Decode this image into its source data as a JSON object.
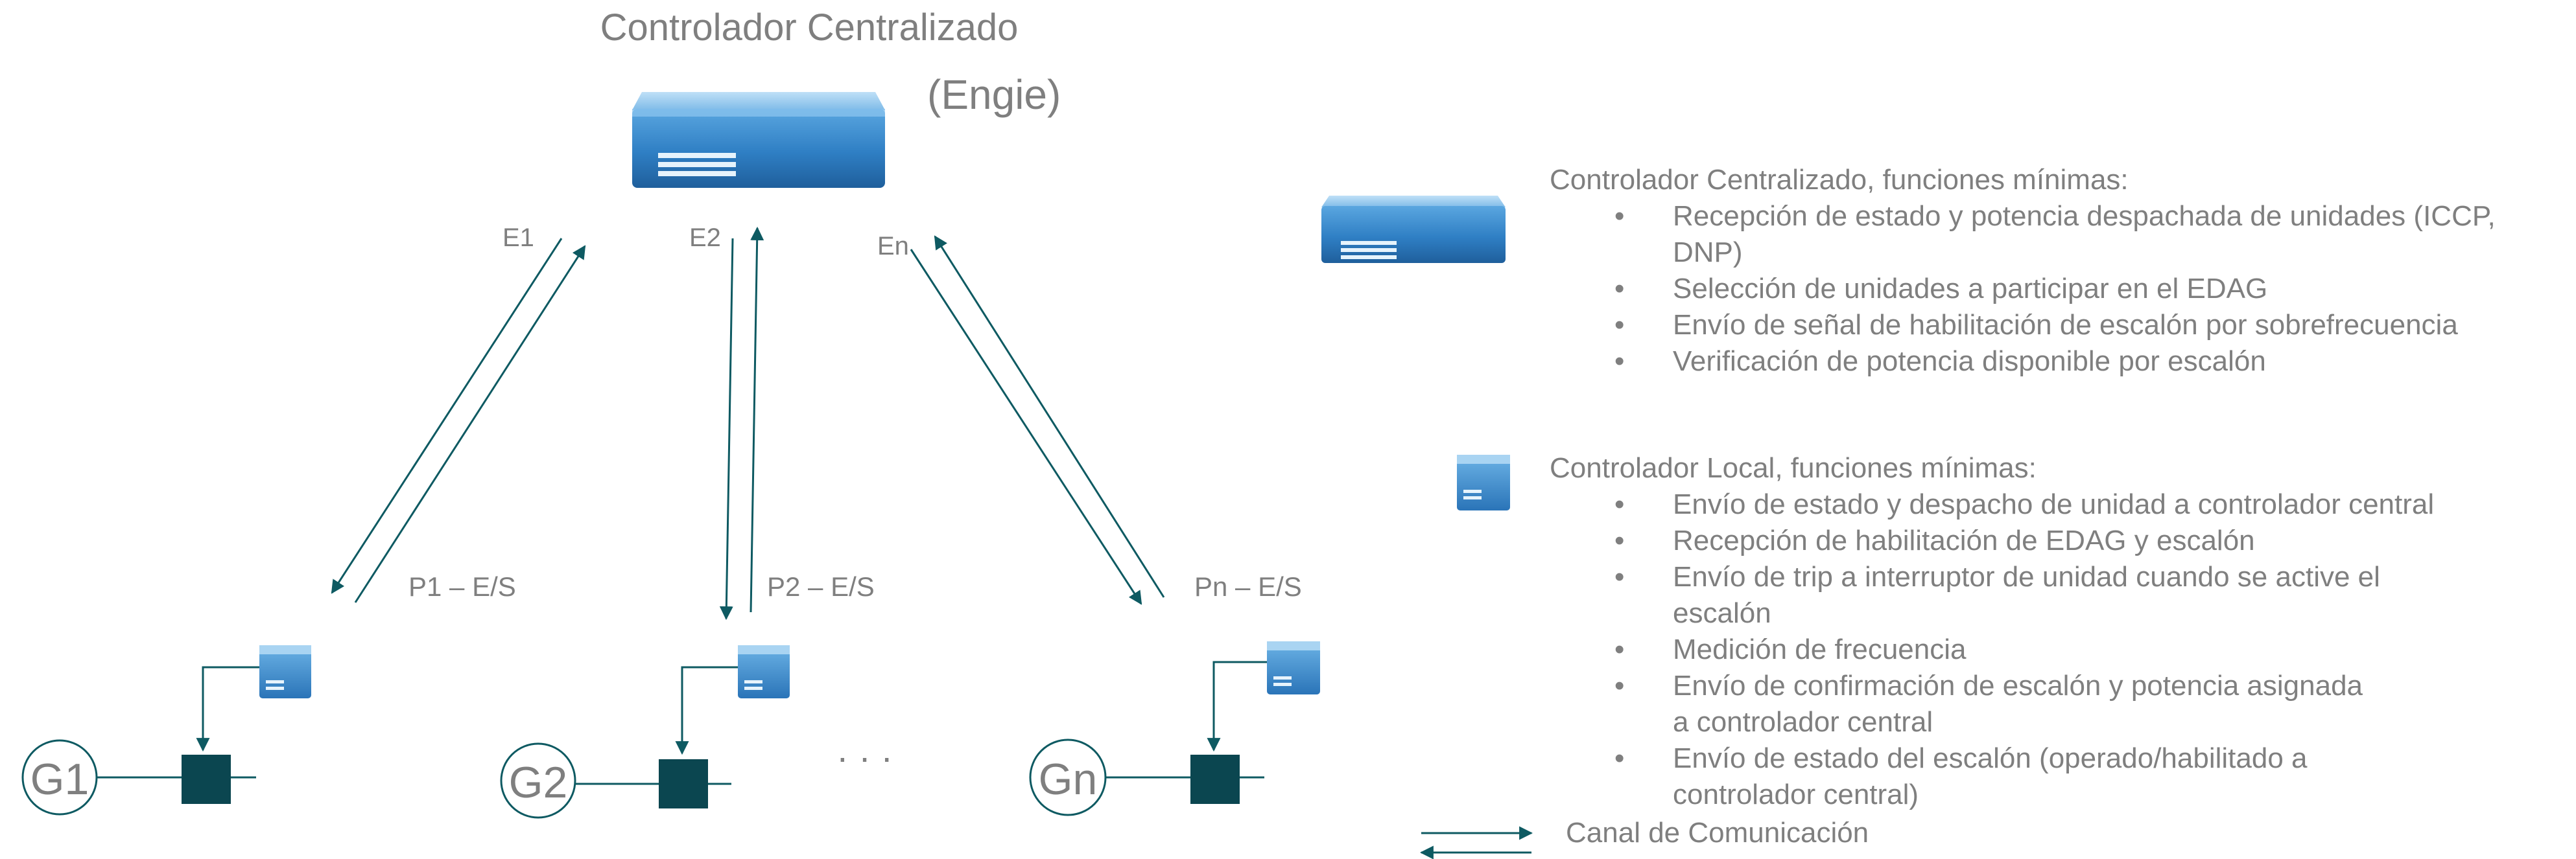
{
  "title": "Controlador Centralizado",
  "subtitle": "(Engie)",
  "links": {
    "e1": "E1",
    "e2": "E2",
    "en": "En",
    "p1": "P1 – E/S",
    "p2": "P2 – E/S",
    "pn": "Pn – E/S"
  },
  "generators": {
    "g1": "G1",
    "g2": "G2",
    "gn": "Gn"
  },
  "ellipsis": "·     ·     ·",
  "central_panel": {
    "heading": "Controlador Centralizado, funciones mínimas:",
    "items": [
      "Recepción de estado y potencia despachada de unidades (ICCP, DNP)",
      "Selección de unidades a participar en el EDAG",
      "Envío de señal de habilitación de escalón por sobrefrecuencia",
      "Verificación de potencia disponible por escalón"
    ]
  },
  "local_panel": {
    "heading": "Controlador Local, funciones mínimas:",
    "items": [
      "Envío de estado y despacho de unidad a controlador central",
      "Recepción de habilitación de EDAG y escalón",
      "Envío de trip a interruptor de unidad cuando se active el escalón",
      "Medición de frecuencia",
      "Envío de confirmación de escalón y potencia asignada a controlador central",
      "Envío de estado del escalón (operado/habilitado a controlador central)"
    ]
  },
  "legend": {
    "label": "Canal de Comunicación"
  },
  "colors": {
    "line": "#0e5a62",
    "breaker": "#0b4650",
    "text": "#7f7f7f",
    "device": "#3b87c8"
  }
}
